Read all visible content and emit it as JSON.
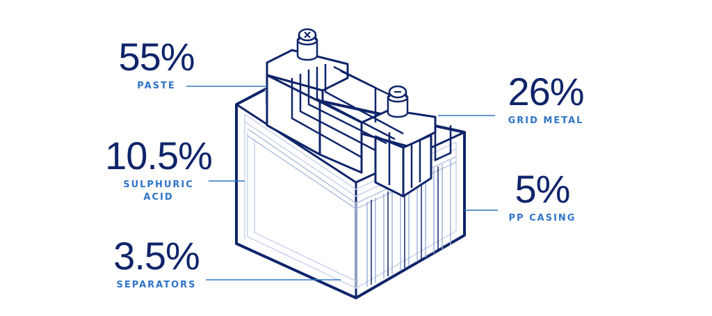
{
  "colors": {
    "dark_navy": "#0f2469",
    "accent_blue": "#2f73c8",
    "light_line": "#c9d4ea",
    "background": "#ffffff"
  },
  "components": [
    {
      "id": "paste",
      "percent": "55%",
      "name": "PASTE"
    },
    {
      "id": "acid",
      "percent": "10.5%",
      "name": "SULPHURIC",
      "name_line2": "ACID"
    },
    {
      "id": "separators",
      "percent": "3.5%",
      "name": "SEPARATORS"
    },
    {
      "id": "grid",
      "percent": "26%",
      "name": "GRID METAL"
    },
    {
      "id": "pp",
      "percent": "5%",
      "name": "PP CASING"
    }
  ],
  "terminals": {
    "positive_icon": "plus-terminal-icon",
    "negative_icon": "minus-terminal-icon"
  }
}
